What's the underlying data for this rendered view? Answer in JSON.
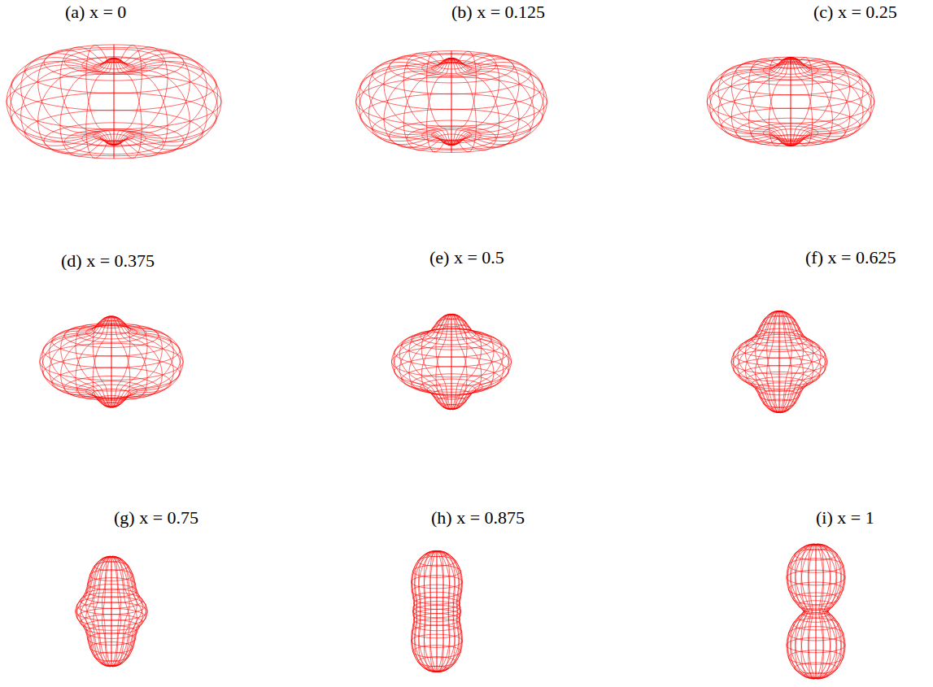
{
  "diagram": {
    "labels": [
      "(a) x = 0",
      "(b) x = 0.125",
      "(c) x = 0.25",
      "(d) x = 0.375",
      "(e) x = 0.5",
      "(f) x = 0.625",
      "(g) x = 0.75",
      "(h) x = 0.875",
      "(i) x = 1"
    ]
  }
}
